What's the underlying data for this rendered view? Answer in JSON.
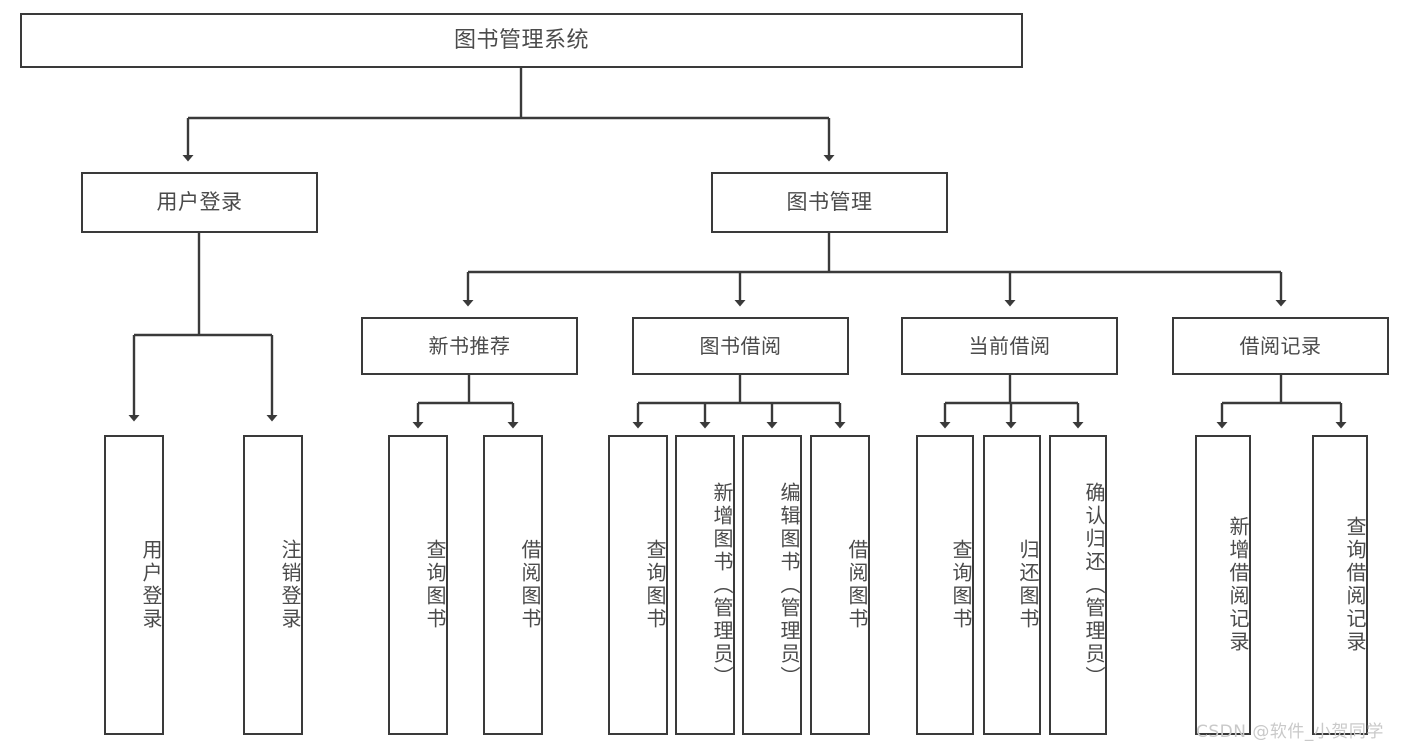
{
  "diagram": {
    "title_text": "图书管理系统",
    "watermark": "CSDN @软件_小贺同学",
    "colors": {
      "box_border": "#3a3a3a",
      "text": "#4b4b4b",
      "edge": "#3a3a3a",
      "background": "#ffffff",
      "watermark": "#c9c9c9"
    },
    "root": {
      "label": "图书管理系统"
    },
    "level1": [
      {
        "label": "用户登录"
      },
      {
        "label": "图书管理"
      }
    ],
    "level2": [
      {
        "label": "新书推荐"
      },
      {
        "label": "图书借阅"
      },
      {
        "label": "当前借阅"
      },
      {
        "label": "借阅记录"
      }
    ],
    "leaves": {
      "user_login": [
        {
          "label": "用户登录"
        },
        {
          "label": "注销登录"
        }
      ],
      "new_book_recommend": [
        {
          "label": "查询图书"
        },
        {
          "label": "借阅图书"
        }
      ],
      "book_borrow": [
        {
          "label": "查询图书"
        },
        {
          "label": "新增图书（管理员）"
        },
        {
          "label": "编辑图书（管理员）"
        },
        {
          "label": "借阅图书"
        }
      ],
      "current_borrow": [
        {
          "label": "查询图书"
        },
        {
          "label": "归还图书"
        },
        {
          "label": "确认归还（管理员）"
        }
      ],
      "borrow_record": [
        {
          "label": "新增借阅记录"
        },
        {
          "label": "查询借阅记录"
        }
      ]
    }
  }
}
